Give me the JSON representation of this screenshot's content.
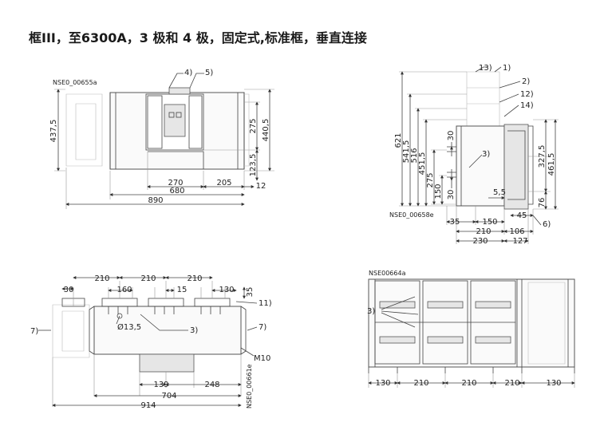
{
  "title": "框III，至6300A，3 极和 4 极，固定式,标准框，垂直连接",
  "views": {
    "front": {
      "code": "NSE0_00655a",
      "callouts": [
        "4)",
        "5)"
      ],
      "dims": [
        "437,5",
        "275",
        "440,5",
        "123,5",
        "270",
        "205",
        "12",
        "680",
        "890"
      ]
    },
    "side": {
      "code": "NSE0_00658e",
      "callouts": [
        "13)",
        "1)",
        "2)",
        "12)",
        "14)",
        "3)",
        "6)"
      ],
      "dims_vertical": [
        "621",
        "541,5",
        "516",
        "451,5",
        "275",
        "150",
        "30",
        "30",
        "327,5",
        "461,5",
        "76"
      ],
      "dims": [
        "5,5",
        "35",
        "150",
        "45",
        "210",
        "106",
        "230",
        "127"
      ]
    },
    "top": {
      "code": "NSE0_00661e",
      "callouts": [
        "11)",
        "7)",
        "7)",
        "3)",
        "M10"
      ],
      "dims_top": [
        "30",
        "210",
        "210",
        "210",
        "160",
        "15",
        "130",
        "35"
      ],
      "dims": [
        "Ø13,5",
        "139",
        "248",
        "704",
        "914"
      ]
    },
    "rear": {
      "code": "NSE00664a",
      "callouts": [
        "3)"
      ],
      "dims": [
        "130",
        "210",
        "210",
        "210",
        "130"
      ]
    }
  }
}
